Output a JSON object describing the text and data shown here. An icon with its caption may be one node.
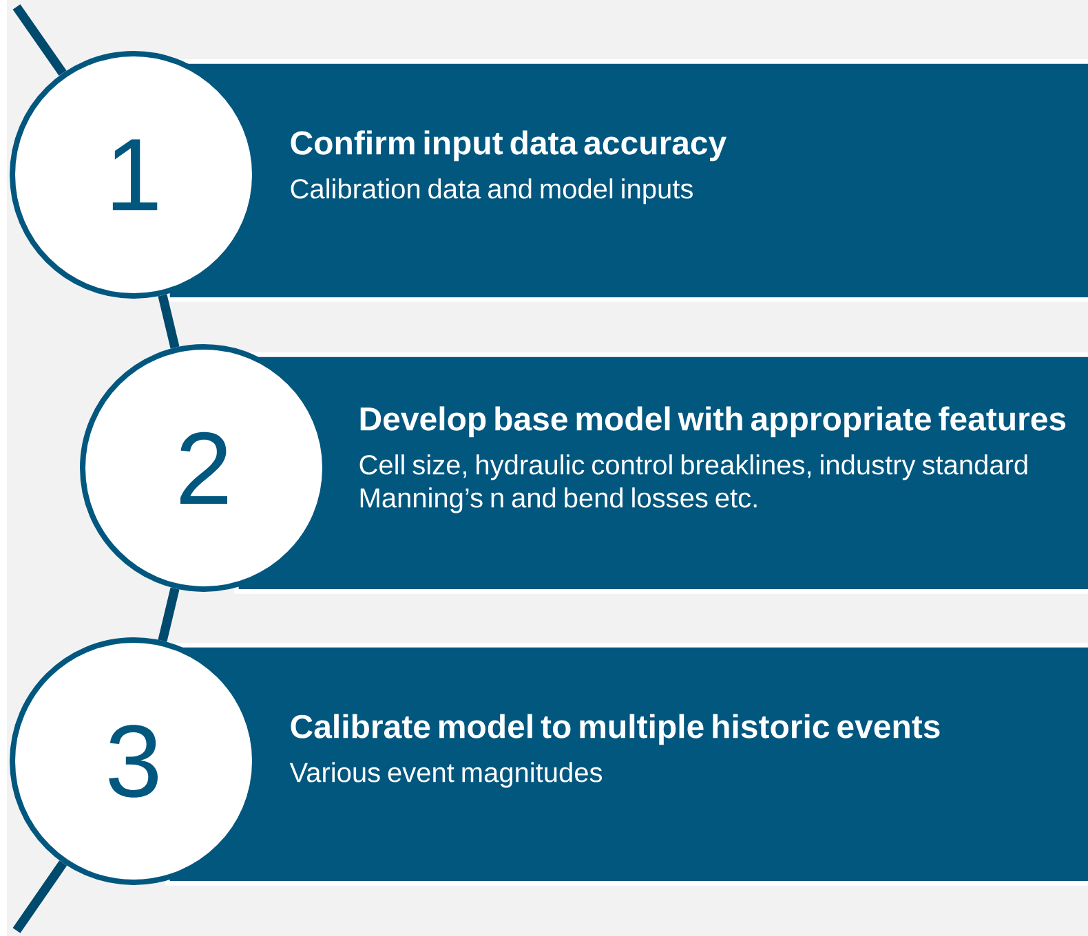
{
  "diagram": {
    "nodes": [
      {
        "text": [
          "1"
        ]
      },
      {
        "text": [
          "Confirm input data accuracy",
          "Calibration data and model inputs"
        ]
      },
      {
        "text": [
          "2"
        ]
      },
      {
        "text": [
          "Develop base model with appropriate features",
          "Cell size, hydraulic control breaklines, industry standard Manning’s n and bend losses etc."
        ]
      },
      {
        "text": [
          "3"
        ]
      },
      {
        "text": [
          "Calibrate model to multiple historic events",
          "Various event magnitudes"
        ]
      }
    ],
    "edges": [
      {
        "from": null,
        "to": 0,
        "arrow": "none"
      },
      {
        "from": 0,
        "to": 2,
        "arrow": "none"
      },
      {
        "from": 2,
        "to": 4,
        "arrow": "none"
      },
      {
        "from": 4,
        "to": null,
        "arrow": "none"
      }
    ]
  }
}
